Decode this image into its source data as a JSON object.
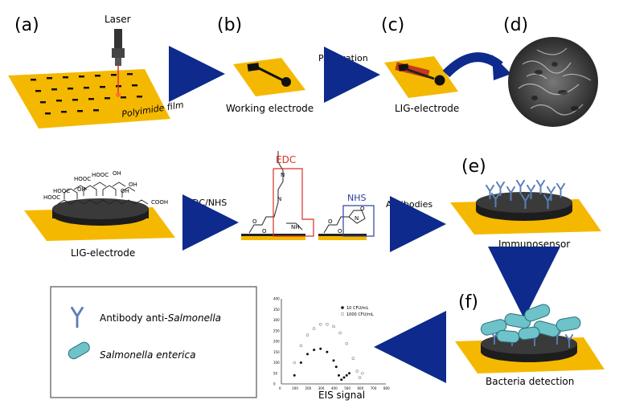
{
  "panels": {
    "a": {
      "letter": "(a)",
      "laser_label": "Laser",
      "film_label": "Polyimide film"
    },
    "b": {
      "letter": "(b)",
      "caption": "Working electrode"
    },
    "c": {
      "letter": "(c)",
      "caption": "LIG-electrode",
      "step_label": "Passivation"
    },
    "d": {
      "letter": "(d)"
    },
    "e": {
      "letter": "(e)",
      "caption": "Immunosensor"
    },
    "f": {
      "letter": "(f)",
      "caption": "Bacteria detection"
    }
  },
  "functionalization": {
    "lig_caption": "LIG-electrode",
    "groups": {
      "hooc1": "HOOC",
      "hooc2": "HOOC",
      "hooc3": "HOOC",
      "hooc4": "HOOC",
      "oh1": "OH",
      "oh2": "OH",
      "oh3": "OH",
      "oh4": "OH",
      "cooh": "COOH"
    },
    "step1": "EDC/NHS",
    "step2": "Antibodies",
    "edc_label": "EDC",
    "nhs_label": "NHS",
    "chem": {
      "n1": "N",
      "n2": "N",
      "nh": "NH",
      "o1": "O",
      "o2": "O",
      "o3": "O",
      "o4": "O",
      "n3": "N",
      "o5": "O"
    }
  },
  "eis": {
    "caption": "EIS signal",
    "legend": [
      "10 CFU/mL",
      "1000 CFU/mL"
    ],
    "xticks": [
      "0",
      "100",
      "200",
      "300",
      "400",
      "500",
      "600",
      "700",
      "800"
    ],
    "yticks": [
      "0",
      "50",
      "100",
      "150",
      "200",
      "250",
      "300",
      "350",
      "400"
    ]
  },
  "legend_box": {
    "antibody_prefix": "Antibody anti-",
    "antibody_italic": "Salmonella",
    "bacteria": "Salmonella enterica"
  },
  "chart_data": {
    "type": "scatter",
    "title": "",
    "xlabel": "",
    "ylabel": "",
    "xlim": [
      0,
      800
    ],
    "ylim": [
      0,
      400
    ],
    "legend_position": "top-right",
    "series": [
      {
        "name": "10 CFU/mL",
        "marker": "filled",
        "x": [
          100,
          150,
          200,
          250,
          300,
          350,
          400,
          420,
          440,
          460,
          480,
          500,
          520
        ],
        "y": [
          40,
          100,
          140,
          160,
          165,
          150,
          110,
          80,
          40,
          20,
          30,
          40,
          50
        ]
      },
      {
        "name": "1000 CFU/mL",
        "marker": "open",
        "x": [
          100,
          150,
          200,
          250,
          300,
          350,
          400,
          450,
          500,
          550,
          580,
          600,
          620
        ],
        "y": [
          100,
          180,
          230,
          260,
          280,
          280,
          270,
          240,
          190,
          120,
          60,
          30,
          50
        ]
      }
    ]
  },
  "colors": {
    "gold": "#f5b800",
    "arrow": "#0d2a8c",
    "lig": "#2b2b2b",
    "edc": "#d8312a",
    "nhs": "#2a3f9c",
    "antibody": "#5b7fb8",
    "bacteria": "#6ec2c9"
  }
}
